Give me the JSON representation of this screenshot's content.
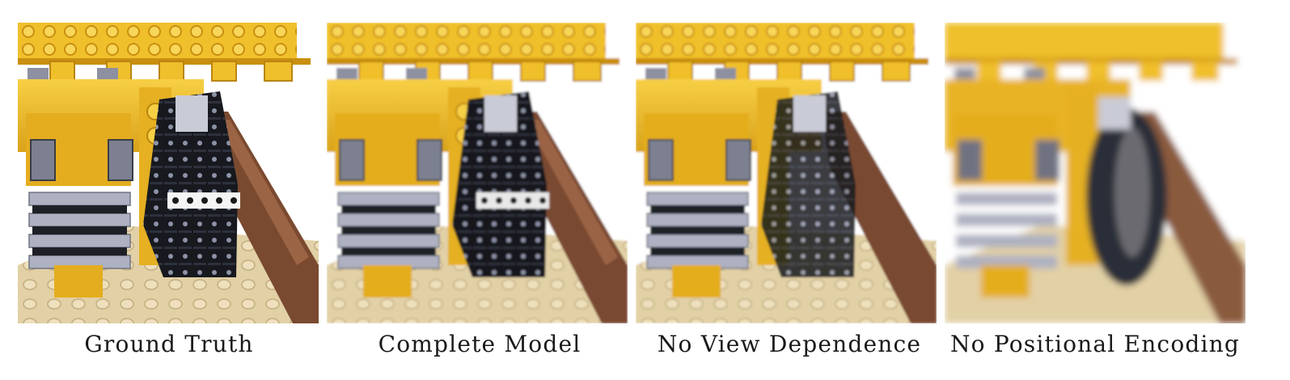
{
  "figure": {
    "captions": [
      "Ground Truth",
      "Complete Model",
      "No View Dependence",
      "No Positional Encoding"
    ]
  },
  "colors": {
    "lego_yellow": "#f2c02a",
    "lego_yellow_dark": "#c98f10",
    "lego_grey": "#a9adbd",
    "lego_black": "#16181f",
    "lego_brown": "#7a4a30",
    "lego_tan": "#e3d2a6",
    "background": "#ffffff"
  }
}
